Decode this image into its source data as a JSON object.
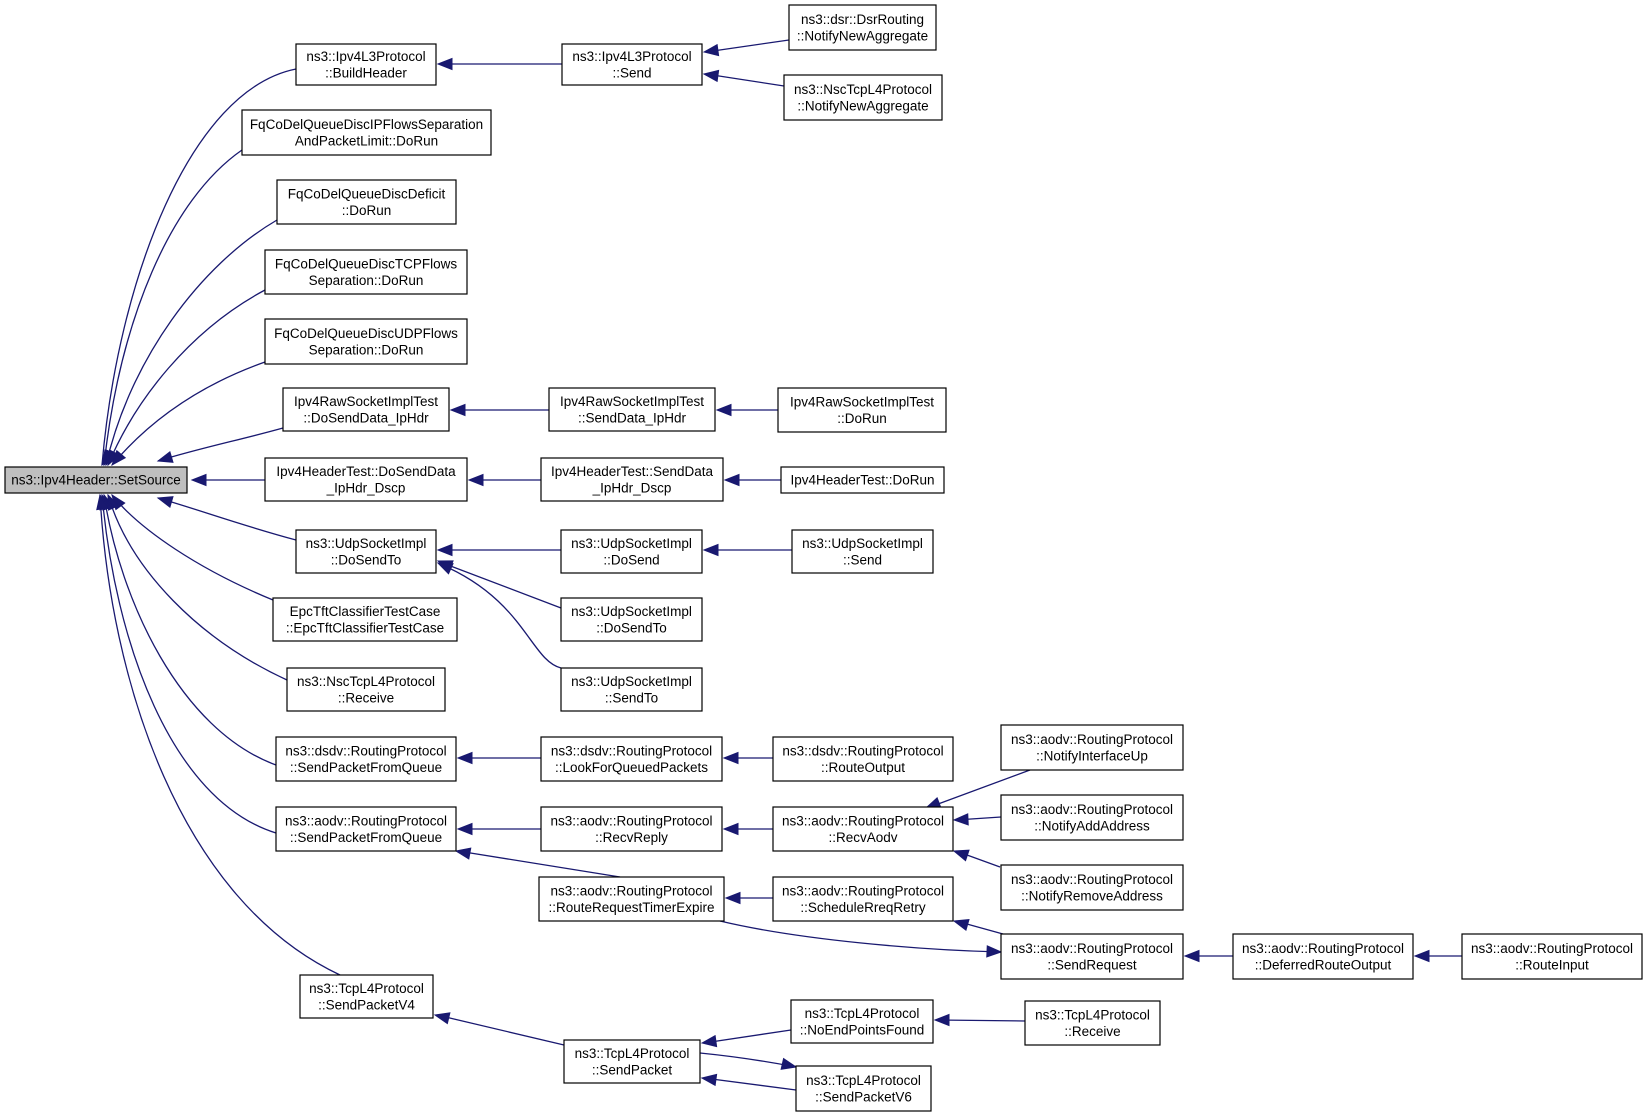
{
  "nodes": [
    {
      "id": "root",
      "lines": [
        "ns3::Ipv4Header::SetSource"
      ],
      "root": true
    },
    {
      "id": "l3_build",
      "lines": [
        "ns3::Ipv4L3Protocol",
        "::BuildHeader"
      ]
    },
    {
      "id": "fq_ipflows",
      "lines": [
        "FqCoDelQueueDiscIPFlowsSeparation",
        "AndPacketLimit::DoRun"
      ]
    },
    {
      "id": "fq_deficit",
      "lines": [
        "FqCoDelQueueDiscDeficit",
        "::DoRun"
      ]
    },
    {
      "id": "fq_tcp",
      "lines": [
        "FqCoDelQueueDiscTCPFlows",
        "Separation::DoRun"
      ]
    },
    {
      "id": "fq_udp",
      "lines": [
        "FqCoDelQueueDiscUDPFlows",
        "Separation::DoRun"
      ]
    },
    {
      "id": "raw_dosend",
      "lines": [
        "Ipv4RawSocketImplTest",
        "::DoSendData_IpHdr"
      ]
    },
    {
      "id": "hdr_dosend",
      "lines": [
        "Ipv4HeaderTest::DoSendData",
        "_IpHdr_Dscp"
      ]
    },
    {
      "id": "udp_dosendto",
      "lines": [
        "ns3::UdpSocketImpl",
        "::DoSendTo"
      ]
    },
    {
      "id": "epc",
      "lines": [
        "EpcTftClassifierTestCase",
        "::EpcTftClassifierTestCase"
      ]
    },
    {
      "id": "nsc_receive",
      "lines": [
        "ns3::NscTcpL4Protocol",
        "::Receive"
      ]
    },
    {
      "id": "dsdv_spfq",
      "lines": [
        "ns3::dsdv::RoutingProtocol",
        "::SendPacketFromQueue"
      ]
    },
    {
      "id": "aodv_spfq",
      "lines": [
        "ns3::aodv::RoutingProtocol",
        "::SendPacketFromQueue"
      ]
    },
    {
      "id": "tcp_spv4",
      "lines": [
        "ns3::TcpL4Protocol",
        "::SendPacketV4"
      ]
    },
    {
      "id": "l3_send",
      "lines": [
        "ns3::Ipv4L3Protocol",
        "::Send"
      ]
    },
    {
      "id": "dsr_notify",
      "lines": [
        "ns3::dsr::DsrRouting",
        "::NotifyNewAggregate"
      ]
    },
    {
      "id": "nsc_notify",
      "lines": [
        "ns3::NscTcpL4Protocol",
        "::NotifyNewAggregate"
      ]
    },
    {
      "id": "raw_senddata",
      "lines": [
        "Ipv4RawSocketImplTest",
        "::SendData_IpHdr"
      ]
    },
    {
      "id": "raw_dorun",
      "lines": [
        "Ipv4RawSocketImplTest",
        "::DoRun"
      ]
    },
    {
      "id": "hdr_senddata",
      "lines": [
        "Ipv4HeaderTest::SendData",
        "_IpHdr_Dscp"
      ]
    },
    {
      "id": "hdr_dorun",
      "lines": [
        "Ipv4HeaderTest::DoRun"
      ]
    },
    {
      "id": "udp_dosend",
      "lines": [
        "ns3::UdpSocketImpl",
        "::DoSend"
      ]
    },
    {
      "id": "udp_send",
      "lines": [
        "ns3::UdpSocketImpl",
        "::Send"
      ]
    },
    {
      "id": "udp_dosendto2",
      "lines": [
        "ns3::UdpSocketImpl",
        "::DoSendTo"
      ]
    },
    {
      "id": "udp_sendto",
      "lines": [
        "ns3::UdpSocketImpl",
        "::SendTo"
      ]
    },
    {
      "id": "dsdv_lfqp",
      "lines": [
        "ns3::dsdv::RoutingProtocol",
        "::LookForQueuedPackets"
      ]
    },
    {
      "id": "dsdv_ro",
      "lines": [
        "ns3::dsdv::RoutingProtocol",
        "::RouteOutput"
      ]
    },
    {
      "id": "aodv_recvreply",
      "lines": [
        "ns3::aodv::RoutingProtocol",
        "::RecvReply"
      ]
    },
    {
      "id": "aodv_rrte",
      "lines": [
        "ns3::aodv::RoutingProtocol",
        "::RouteRequestTimerExpire"
      ]
    },
    {
      "id": "aodv_recvaodv",
      "lines": [
        "ns3::aodv::RoutingProtocol",
        "::RecvAodv"
      ]
    },
    {
      "id": "aodv_srr",
      "lines": [
        "ns3::aodv::RoutingProtocol",
        "::ScheduleRreqRetry"
      ]
    },
    {
      "id": "aodv_niu",
      "lines": [
        "ns3::aodv::RoutingProtocol",
        "::NotifyInterfaceUp"
      ]
    },
    {
      "id": "aodv_naa",
      "lines": [
        "ns3::aodv::RoutingProtocol",
        "::NotifyAddAddress"
      ]
    },
    {
      "id": "aodv_nra",
      "lines": [
        "ns3::aodv::RoutingProtocol",
        "::NotifyRemoveAddress"
      ]
    },
    {
      "id": "aodv_sendreq",
      "lines": [
        "ns3::aodv::RoutingProtocol",
        "::SendRequest"
      ]
    },
    {
      "id": "aodv_dro",
      "lines": [
        "ns3::aodv::RoutingProtocol",
        "::DeferredRouteOutput"
      ]
    },
    {
      "id": "aodv_ri",
      "lines": [
        "ns3::aodv::RoutingProtocol",
        "::RouteInput"
      ]
    },
    {
      "id": "tcp_sendpacket",
      "lines": [
        "ns3::TcpL4Protocol",
        "::SendPacket"
      ]
    },
    {
      "id": "tcp_nepf",
      "lines": [
        "ns3::TcpL4Protocol",
        "::NoEndPointsFound"
      ]
    },
    {
      "id": "tcp_spv6",
      "lines": [
        "ns3::TcpL4Protocol",
        "::SendPacketV6"
      ]
    },
    {
      "id": "tcp_receive",
      "lines": [
        "ns3::TcpL4Protocol",
        "::Receive"
      ]
    }
  ],
  "edges": [
    {
      "from": "l3_build",
      "to": "root"
    },
    {
      "from": "fq_ipflows",
      "to": "root"
    },
    {
      "from": "fq_deficit",
      "to": "root"
    },
    {
      "from": "fq_tcp",
      "to": "root"
    },
    {
      "from": "fq_udp",
      "to": "root"
    },
    {
      "from": "raw_dosend",
      "to": "root"
    },
    {
      "from": "hdr_dosend",
      "to": "root"
    },
    {
      "from": "udp_dosendto",
      "to": "root"
    },
    {
      "from": "epc",
      "to": "root"
    },
    {
      "from": "nsc_receive",
      "to": "root"
    },
    {
      "from": "dsdv_spfq",
      "to": "root"
    },
    {
      "from": "aodv_spfq",
      "to": "root"
    },
    {
      "from": "tcp_spv4",
      "to": "root"
    },
    {
      "from": "l3_send",
      "to": "l3_build"
    },
    {
      "from": "dsr_notify",
      "to": "l3_send"
    },
    {
      "from": "nsc_notify",
      "to": "l3_send"
    },
    {
      "from": "raw_senddata",
      "to": "raw_dosend"
    },
    {
      "from": "raw_dorun",
      "to": "raw_senddata"
    },
    {
      "from": "hdr_senddata",
      "to": "hdr_dosend"
    },
    {
      "from": "hdr_dorun",
      "to": "hdr_senddata"
    },
    {
      "from": "udp_dosend",
      "to": "udp_dosendto"
    },
    {
      "from": "udp_dosendto2",
      "to": "udp_dosendto"
    },
    {
      "from": "udp_sendto",
      "to": "udp_dosendto"
    },
    {
      "from": "udp_send",
      "to": "udp_dosend"
    },
    {
      "from": "dsdv_lfqp",
      "to": "dsdv_spfq"
    },
    {
      "from": "dsdv_ro",
      "to": "dsdv_lfqp"
    },
    {
      "from": "aodv_recvreply",
      "to": "aodv_spfq"
    },
    {
      "from": "aodv_rrte",
      "to": "aodv_spfq"
    },
    {
      "from": "aodv_recvaodv",
      "to": "aodv_recvreply"
    },
    {
      "from": "aodv_niu",
      "to": "aodv_recvaodv"
    },
    {
      "from": "aodv_naa",
      "to": "aodv_recvaodv"
    },
    {
      "from": "aodv_nra",
      "to": "aodv_recvaodv"
    },
    {
      "from": "aodv_srr",
      "to": "aodv_rrte"
    },
    {
      "from": "aodv_sendreq",
      "to": "aodv_srr"
    },
    {
      "from": "aodv_rrte",
      "to": "aodv_sendreq"
    },
    {
      "from": "aodv_dro",
      "to": "aodv_sendreq"
    },
    {
      "from": "aodv_ri",
      "to": "aodv_dro"
    },
    {
      "from": "tcp_sendpacket",
      "to": "tcp_spv4"
    },
    {
      "from": "tcp_nepf",
      "to": "tcp_sendpacket"
    },
    {
      "from": "tcp_spv6",
      "to": "tcp_sendpacket"
    },
    {
      "from": "tcp_sendpacket",
      "to": "tcp_spv6"
    },
    {
      "from": "tcp_receive",
      "to": "tcp_nepf"
    }
  ],
  "colors": {
    "edge": "#191970",
    "root_fill": "#bfbfbf",
    "node_fill": "#ffffff",
    "border": "#000000"
  }
}
